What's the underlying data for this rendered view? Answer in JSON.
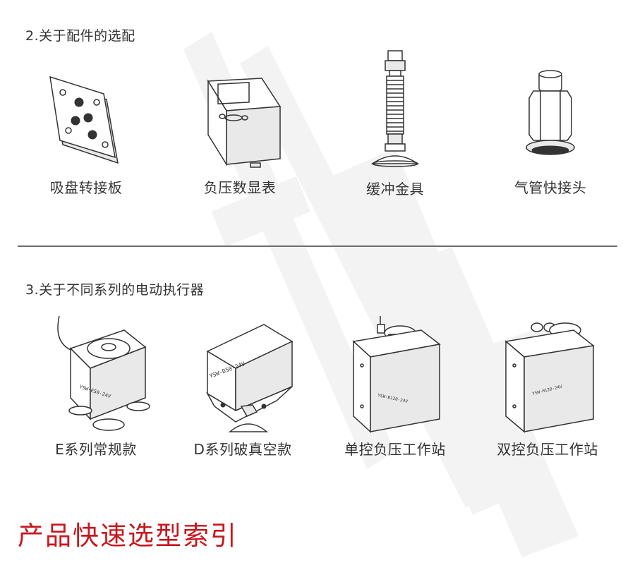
{
  "section2": {
    "title": "2.关于配件的选配",
    "items": [
      {
        "label": "吸盘转接板",
        "icon": "adapter-plate-icon"
      },
      {
        "label": "负压数显表",
        "icon": "vacuum-gauge-icon"
      },
      {
        "label": "缓冲金具",
        "icon": "buffer-fitting-icon"
      },
      {
        "label": "气管快接头",
        "icon": "quick-connector-icon"
      }
    ]
  },
  "section3": {
    "title": "3.关于不同系列的电动执行器",
    "items": [
      {
        "label": "E系列常规款",
        "icon": "e-series-actuator-icon",
        "model": "YSW-E50-24V"
      },
      {
        "label": "D系列破真空款",
        "icon": "d-series-actuator-icon",
        "model": "YSW-D50-24V"
      },
      {
        "label": "单控负压工作站",
        "icon": "single-control-station-icon",
        "model": "YSW-B120-24V"
      },
      {
        "label": "双控负压工作站",
        "icon": "dual-control-station-icon",
        "model": "YSW-H120-24V"
      }
    ]
  },
  "footer": {
    "title": "产品快速选型索引"
  },
  "colors": {
    "accent": "#c8161d",
    "text": "#333333",
    "divider": "#6e6e6e",
    "watermark": "#f1f1f1"
  }
}
